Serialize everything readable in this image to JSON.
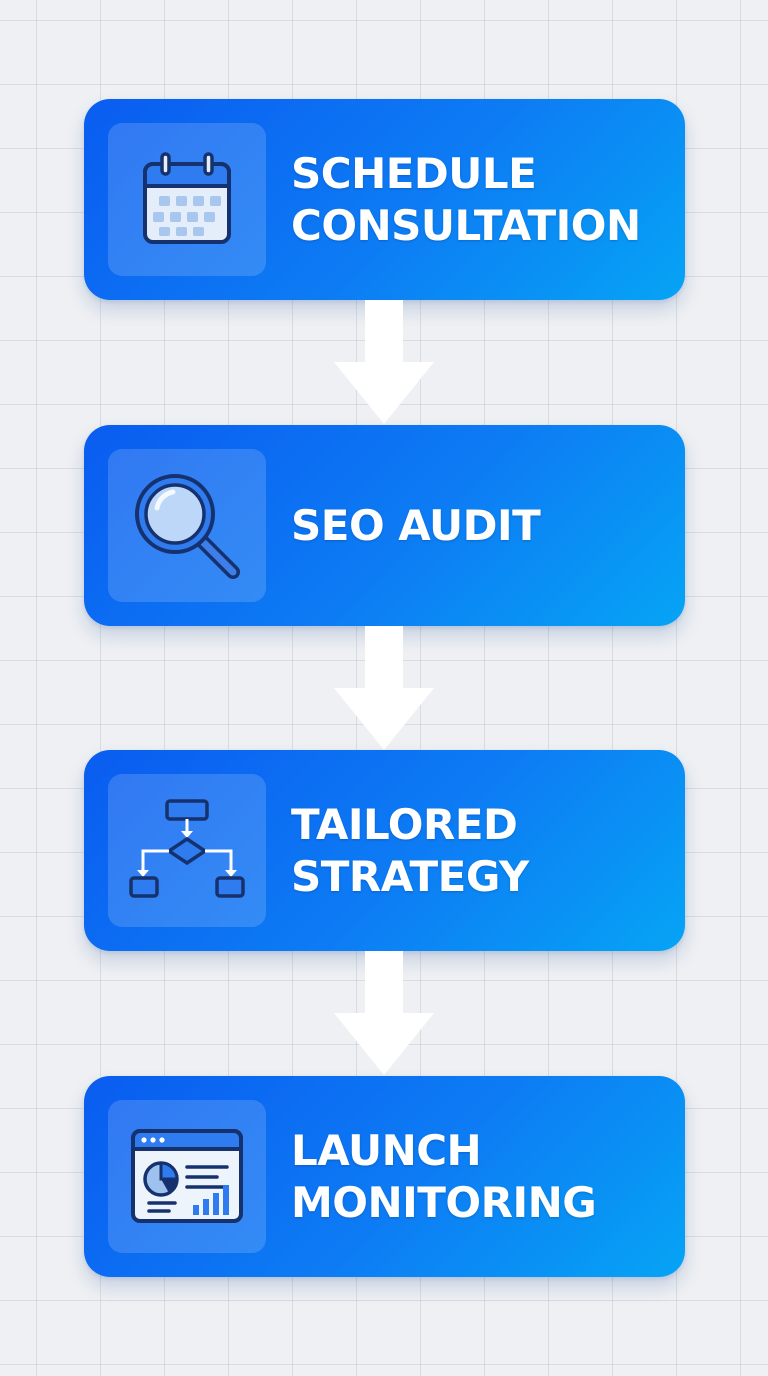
{
  "steps": [
    {
      "icon": "calendar-icon",
      "line1": "SCHEDULE",
      "line2": "CONSULTATION"
    },
    {
      "icon": "magnifying-glass-icon",
      "line1": "SEO AUDIT",
      "line2": ""
    },
    {
      "icon": "flowchart-icon",
      "line1": "TAILORED",
      "line2": "STRATEGY"
    },
    {
      "icon": "analytics-dashboard-icon",
      "line1": "LAUNCH",
      "line2": "MONITORING"
    }
  ],
  "colors": {
    "card_start": "#0a5cf0",
    "card_end": "#06a4f5",
    "icon_stroke": "#16326e",
    "icon_fill": "#cfe0f7",
    "arrow": "#ffffff",
    "background": "#eef0f3"
  }
}
